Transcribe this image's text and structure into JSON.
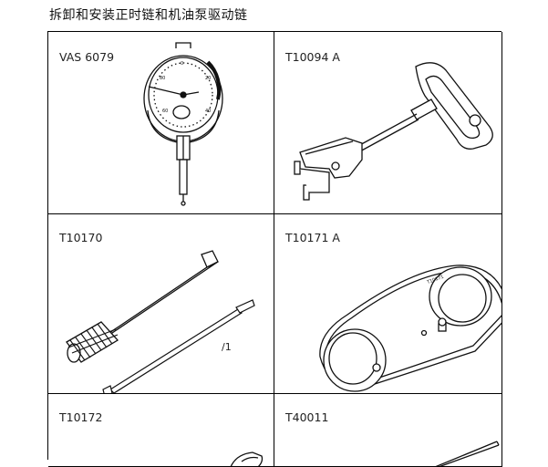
{
  "title": "拆卸和安装正时链和机油泵驱动链",
  "tools": [
    {
      "code": "VAS 6079"
    },
    {
      "code": "T10094 A"
    },
    {
      "code": "T10170",
      "tag": "/1"
    },
    {
      "code": "T10171 A"
    },
    {
      "code": "T10172"
    },
    {
      "code": "T40011"
    }
  ]
}
